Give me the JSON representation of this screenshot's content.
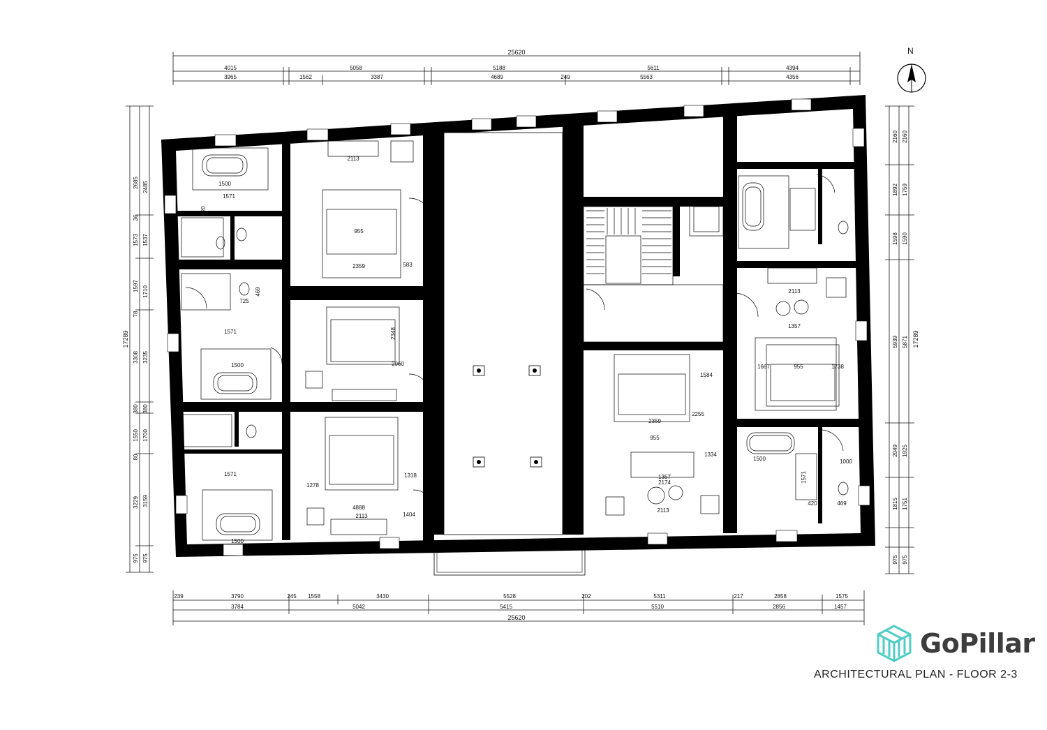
{
  "north_label": "N",
  "brand": {
    "name": "GoPillar",
    "color": "#4ecdc4"
  },
  "caption": "ARCHITECTURAL PLAN - FLOOR 2-3",
  "dims": {
    "top_total": "25620",
    "top_row1": [
      "4015",
      "5058",
      "5188",
      "5611",
      "4394"
    ],
    "top_row2": [
      "3965",
      "1562",
      "3387",
      "4689",
      "249",
      "5563",
      "4356"
    ],
    "bottom_row1": [
      "239",
      "3790",
      "245",
      "1558",
      "3430",
      "5528",
      "202",
      "5311",
      "217",
      "2858",
      "1575"
    ],
    "bottom_row2": [
      "3784",
      "5042",
      "5415",
      "5510",
      "2856",
      "1457"
    ],
    "bottom_total": "25620",
    "left_total": "17289",
    "left_outer": [
      "2685",
      "36",
      "1573",
      "1597",
      "78",
      "3308",
      "380",
      "1550",
      "80",
      "3229",
      "975"
    ],
    "left_inner": [
      "2485",
      "1537",
      "1710",
      "3235",
      "380",
      "1700",
      "3159",
      "975"
    ],
    "right_total": "17289",
    "right_outer": [
      "2160",
      "1892",
      "1598",
      "5939",
      "2049",
      "1815",
      "975"
    ],
    "right_inner": [
      "2160",
      "1759",
      "1590",
      "5871",
      "1925",
      "1751",
      "975"
    ]
  },
  "room_labels": [
    "1500",
    "1571",
    "420",
    "955",
    "2113",
    "2359",
    "583",
    "469",
    "725",
    "1500",
    "1571",
    "2348",
    "2060",
    "1357",
    "1500",
    "1571",
    "2113",
    "4888",
    "1404",
    "1318",
    "1278",
    "955",
    "2359",
    "1584",
    "2255",
    "1334",
    "2174",
    "2113",
    "1357",
    "955",
    "2113",
    "1738",
    "1667",
    "1500",
    "1571",
    "1000",
    "420",
    "469"
  ]
}
